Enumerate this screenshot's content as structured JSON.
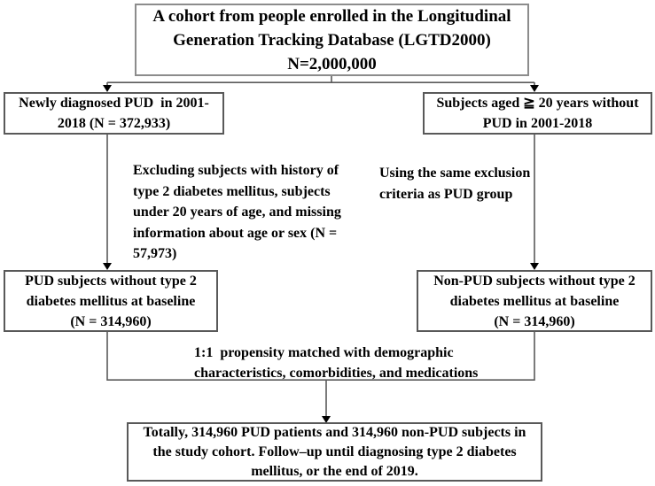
{
  "diagram": {
    "title_box": {
      "lines": [
        "A cohort from people enrolled in the Longitudinal",
        "Generation Tracking Database (LGTD2000)",
        "N=2,000,000"
      ]
    },
    "pud_initial_box": {
      "lines": [
        "Newly diagnosed PUD  in 2001-",
        "2018 (N = 372,933)"
      ]
    },
    "nonpud_initial_box": {
      "lines": [
        "Subjects aged ≧ 20 years without",
        "PUD in 2001-2018"
      ]
    },
    "exclusion_left_note": {
      "lines": [
        "Excluding subjects with history of",
        "type 2 diabetes mellitus, subjects",
        "under 20 years of age, and missing",
        "information about age or sex (N =",
        "57,973)"
      ]
    },
    "exclusion_right_note": {
      "lines": [
        "Using the same exclusion",
        "criteria as PUD group"
      ]
    },
    "pud_baseline_box": {
      "lines": [
        "PUD subjects without type 2",
        "diabetes mellitus at baseline",
        "(N = 314,960)"
      ]
    },
    "nonpud_baseline_box": {
      "lines": [
        "Non-PUD subjects without type 2",
        "diabetes mellitus at baseline",
        "(N = 314,960)"
      ]
    },
    "matching_note": {
      "lines": [
        "1:1  propensity matched with demographic",
        "characteristics, comorbidities, and medications"
      ]
    },
    "final_box": {
      "lines": [
        "Totally, 314,960 PUD patients and 314,960 non-PUD subjects in",
        "the study cohort. Follow–up until diagnosing type 2 diabetes",
        "mellitus, or the end of 2019."
      ]
    },
    "colors": {
      "background": "#ffffff",
      "text": "#000000",
      "title_border": "#8c8c8c",
      "box_border": "#595959",
      "line": "#5a5a5a",
      "arrow": "#000000"
    }
  }
}
